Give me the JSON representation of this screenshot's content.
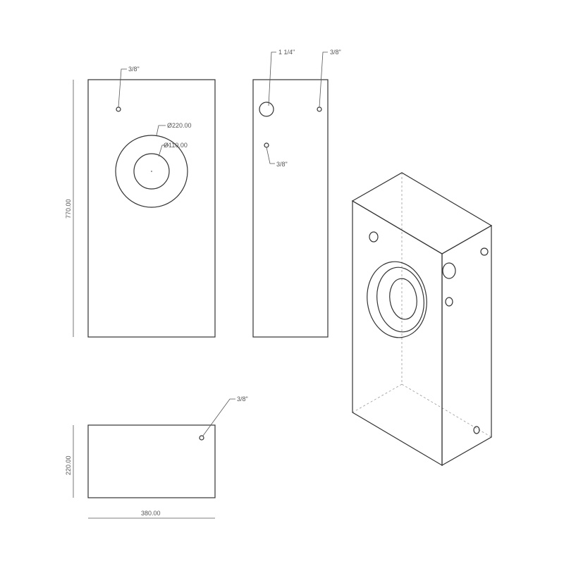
{
  "front_view": {
    "hole_top": "3/8\"",
    "outer_diameter": "Ø220.00",
    "inner_diameter": "Ø110.00",
    "height": "770.00"
  },
  "side_view": {
    "large_hole": "1 1/4\"",
    "hole_top": "3/8\"",
    "hole_mid": "3/8\""
  },
  "top_view": {
    "hole": "3/8\"",
    "depth": "220.00",
    "width": "380.00"
  }
}
